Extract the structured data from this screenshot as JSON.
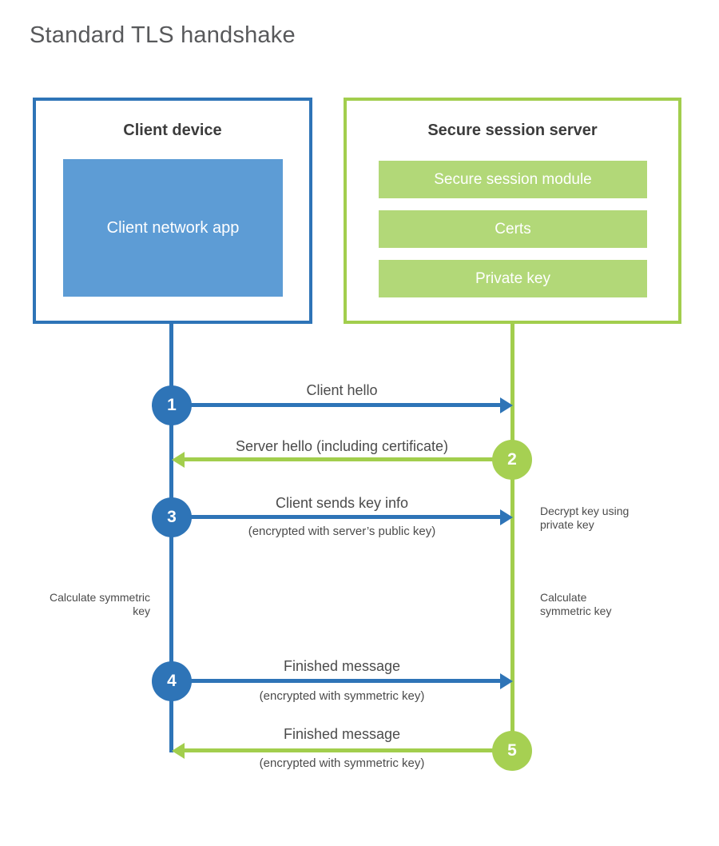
{
  "page": {
    "title": "Standard TLS handshake"
  },
  "colors": {
    "client_blue": "#2e74b7",
    "client_blue_fill": "#5d9cd5",
    "server_green": "#a2ce4d",
    "server_green_fill": "#b2d878",
    "title_gray": "#58595b",
    "heading_dark": "#3c3c3c",
    "label_gray": "#4b4b4b",
    "background": "#ffffff"
  },
  "client_box": {
    "title": "Client device",
    "app_label": "Client network app"
  },
  "server_box": {
    "title": "Secure session server",
    "modules": [
      "Secure session module",
      "Certs",
      "Private key"
    ]
  },
  "steps": [
    {
      "num": "1",
      "actor": "client",
      "direction": "right",
      "label": "Client hello",
      "sub": ""
    },
    {
      "num": "2",
      "actor": "server",
      "direction": "left",
      "label": "Server hello (including certificate)",
      "sub": ""
    },
    {
      "num": "3",
      "actor": "client",
      "direction": "right",
      "label": "Client sends key info",
      "sub": "(encrypted with server’s public key)"
    },
    {
      "num": "4",
      "actor": "client",
      "direction": "right",
      "label": "Finished message",
      "sub": "(encrypted with symmetric key)"
    },
    {
      "num": "5",
      "actor": "server",
      "direction": "left",
      "label": "Finished message",
      "sub": "(encrypted with symmetric key)"
    }
  ],
  "annotations": {
    "decrypt": "Decrypt key using private key",
    "calc_left": "Calculate symmetric key",
    "calc_right": "Calculate symmetric key"
  }
}
